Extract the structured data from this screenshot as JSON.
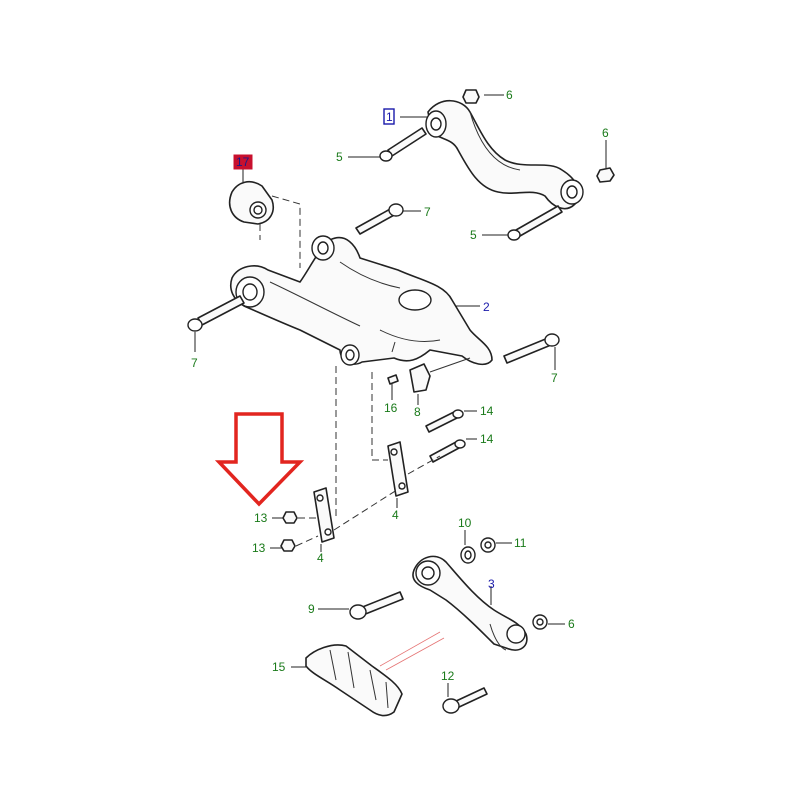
{
  "colors": {
    "label_green": "#1a7a1a",
    "label_blue": "#1a1aaa",
    "arrow_red": "#e2251f",
    "box_red": "#c8102e",
    "box_blue": "#1a1aaa",
    "ink": "#222222",
    "red_lines": "#e57373"
  },
  "labels": {
    "l1": "1",
    "l2": "2",
    "l3": "3",
    "l4a": "4",
    "l4b": "4",
    "l5a": "5",
    "l5b": "5",
    "l6a": "6",
    "l6b": "6",
    "l6c": "6",
    "l7a": "7",
    "l7b": "7",
    "l7c": "7",
    "l8": "8",
    "l9": "9",
    "l10": "10",
    "l11": "11",
    "l12": "12",
    "l13a": "13",
    "l13b": "13",
    "l14a": "14",
    "l14b": "14",
    "l15": "15",
    "l16": "16",
    "l17": "17"
  },
  "icons": {
    "highlight_arrow": "down-arrow-outline-icon"
  }
}
